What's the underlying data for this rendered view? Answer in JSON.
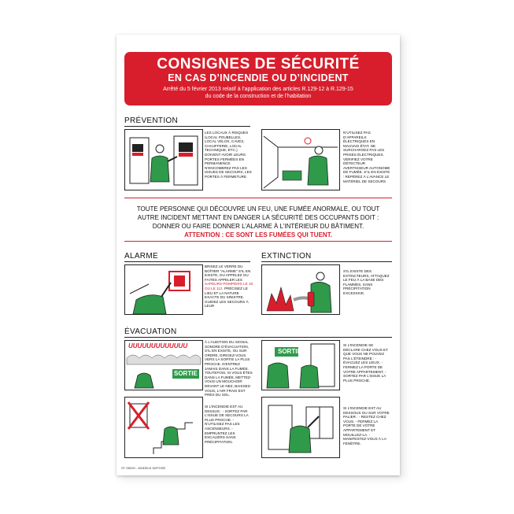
{
  "header": {
    "title": "CONSIGNES DE SÉCURITÉ",
    "subtitle": "EN CAS D’INCENDIE OU D’INCIDENT",
    "reference_line1": "Arrêté du 5 février 2013 relatif à l’application des articles R.129-12 à R.129-15",
    "reference_line2": "du code de la construction et de l’habitation"
  },
  "sections": {
    "prevention": "PRÉVENTION",
    "alarme": "ALARME",
    "extinction": "EXTINCTION",
    "evacuation": "ÉVACUATION"
  },
  "panels": {
    "prevention_left": "LES LOCAUX À RISQUES (LOCAL POUBELLES, LOCAL VÉLOS, CAVES, CHAUFFERIE, LOCAL TECHNIQUE, ETC.) DOIVENT AVOIR LEURS PORTES FERMÉES EN PERMANENCE. N’ENCOMBREZ PAS LES ISSUES DE SECOURS, LES PORTES À FERMETURE",
    "prevention_right": "N’UTILISEZ PAS D’APPAREILS ÉLECTRIQUES EN MAUVAIS ÉTAT. NE SURCHARGEZ PAS LES PRISES ÉLECTRIQUES. VÉRIFIEZ VOTRE DÉTECTEUR AVERTISSEUR AUTONOME DE FUMÉE. S’IL EN EXISTE : REPÉREZ À L’AVANCE LE MATÉRIEL DE SECOURS",
    "alarme_a": "BRISEZ LE VERRE DU BOÎTIER “ALARME” S’IL EN EXISTE, OU APPELEZ OU FAITES APPELER LES",
    "alarme_red": "SAPEURS-POMPIERS LE 18 OU LE 112.",
    "alarme_b": "PRÉCISEZ LE LIEU ET LA NATURE EXACTE DU SINISTRE. GUIDEZ LES SECOURS À LEUR",
    "extinction": "S’IL EXISTE DES EXTINCTEURS, ATTAQUEZ LE FEU À LA BASE DES FLAMMES, SANS PRÉCIPITATION EXCESSIVE.",
    "evac_1": "À L’AUDITION DU SIGNAL SONORE D’ÉVACUATION, S’IL EN EXISTE, OU SUR ORDRE, DIRIGEZ-VOUS VERS LA SORTIE LA PLUS PROCHE. N’ENTREZ JAMAIS DANS LA FUMÉE. TOUTEFOIS, SI VOUS ÊTES DANS LA FUMÉE, METTEZ-VOUS UN MOUCHOIR DEVANT LE NEZ, BAISSEZ-VOUS, L’AIR FRAIS EST PRÈS DU SOL.",
    "evac_2": "SI L’INCENDIE SE DÉCLARE CHEZ VOUS ET QUE VOUS NE POUVEZ PAS L’ÉTEINDRE : - ÉVACUEZ LES LIEUX, - FERMEZ LA PORTE DE VOTRE APPARTEMENT, - SORTEZ PAR L’ISSUE LA PLUS PROCHE.",
    "evac_3": "SI L’INCENDIE EST AU DESSUS : - SORTEZ PAR L’ISSUE DE SECOURS LA PLUS PROCHE. - N’UTILISEZ PAS LES ASCENSEURS. - EMPRUNTEZ LES ESCALIERS SANS PRÉCIPITATION.",
    "evac_4": "SI L’INCENDIE EST AU DESSOUS OU SUR VOTRE PALIER : - RESTEZ CHEZ VOUS, - FERMEZ LA PORTE DE VOTRE APPARTEMENT ET MOUILLEZ-LA. - MANIFESTEZ-VOUS À LA FENÊTRE."
  },
  "illustration_text": {
    "sortie": "SORTIE",
    "alarm_sound": "UUUUUUUUUUUUU"
  },
  "alert": {
    "text": "TOUTE PERSONNE QUI DÉCOUVRE UN FEU, UNE FUMÉE ANORMALE, OU TOUT AUTRE INCIDENT METTANT EN DANGER LA SÉCURITÉ DES OCCUPANTS DOIT : DONNER OU FAIRE DONNER L’ALARME À L’INTÉRIEUR DU BÂTIMENT.",
    "warning": "ATTENTION : CE SONT LES FUMÉES QUI TUENT."
  },
  "footer": "ST  OBOH - MODELE DEPOSE",
  "colors": {
    "brand_red": "#d81e2c",
    "figure_green": "#2e9a4a"
  }
}
